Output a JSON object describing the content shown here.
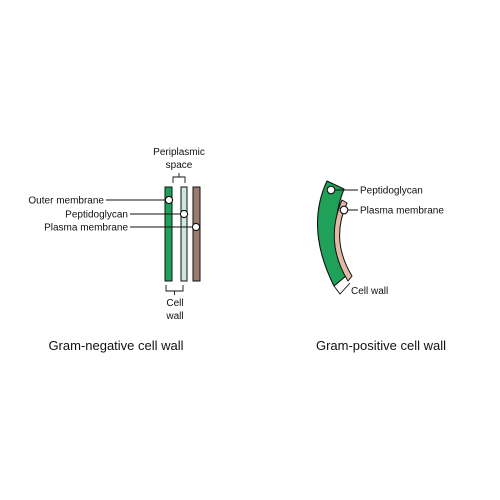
{
  "gram_negative": {
    "caption": "Gram-negative cell wall",
    "labels": {
      "periplasmic_line1": "Periplasmic",
      "periplasmic_line2": "space",
      "outer_membrane": "Outer membrane",
      "peptidoglycan": "Peptidoglycan",
      "plasma_membrane": "Plasma membrane",
      "cell_wall_line1": "Cell",
      "cell_wall_line2": "wall"
    }
  },
  "gram_positive": {
    "caption": "Gram-positive cell wall",
    "labels": {
      "peptidoglycan": "Peptidoglycan",
      "plasma_membrane": "Plasma membrane",
      "cell_wall": "Cell wall"
    }
  },
  "colors": {
    "outer_membrane": "#1fa15a",
    "peptidoglycan_thin": "#cde8dc",
    "plasma_membrane_neg": "#9a7d6e",
    "peptidoglycan_thick": "#1fa15a",
    "plasma_membrane_pos": "#e2b9a4",
    "outline": "#111111"
  }
}
